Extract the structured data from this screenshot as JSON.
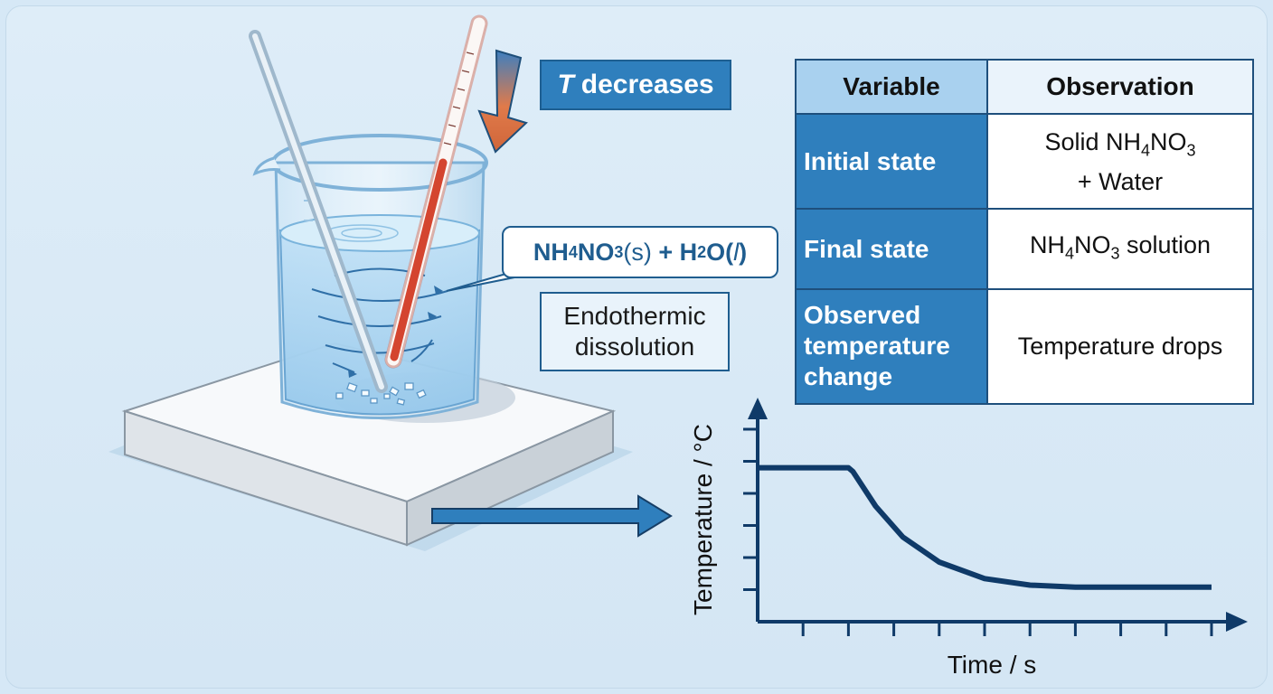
{
  "banner": {
    "symbol": "T",
    "text": "decreases"
  },
  "equation": {
    "p1": "NH",
    "s1": "4",
    "p2": "NO",
    "s2": "3",
    "state1": "(s)",
    "plus": " + H",
    "s3": "2",
    "p3": "O(",
    "state2": "l",
    "close": ")"
  },
  "note": {
    "line1": "Endothermic",
    "line2": "dissolution"
  },
  "table": {
    "headers": [
      "Variable",
      "Observation"
    ],
    "rows": [
      {
        "variable": "Initial state",
        "obs_a": "Solid NH",
        "obs_s1": "4",
        "obs_b": "NO",
        "obs_s2": "3",
        "obs_line2": "+ Water"
      },
      {
        "variable": "Final state",
        "obs_a": "NH",
        "obs_s1": "4",
        "obs_b": "NO",
        "obs_s2": "3",
        "obs_c": " solution"
      },
      {
        "variable_lines": [
          "Observed",
          "temperature",
          "change"
        ],
        "obs": "Temperature drops"
      }
    ]
  },
  "chart_data": {
    "type": "line",
    "xlabel": "Time / s",
    "ylabel": "Temperature / °C",
    "x_ticks": 11,
    "y_ticks": 6,
    "series": [
      {
        "points": [
          [
            0,
            4
          ],
          [
            1,
            4
          ],
          [
            1.05,
            3.9
          ],
          [
            1.3,
            3.0
          ],
          [
            1.6,
            2.2
          ],
          [
            2,
            1.55
          ],
          [
            2.5,
            1.12
          ],
          [
            3,
            0.95
          ],
          [
            3.5,
            0.9
          ],
          [
            4,
            0.9
          ],
          [
            5,
            0.9
          ]
        ]
      }
    ],
    "xlim": [
      0,
      5
    ],
    "ylim": [
      0,
      5
    ],
    "colors": {
      "line": "#0f3a68",
      "axis": "#0f3a68"
    }
  }
}
